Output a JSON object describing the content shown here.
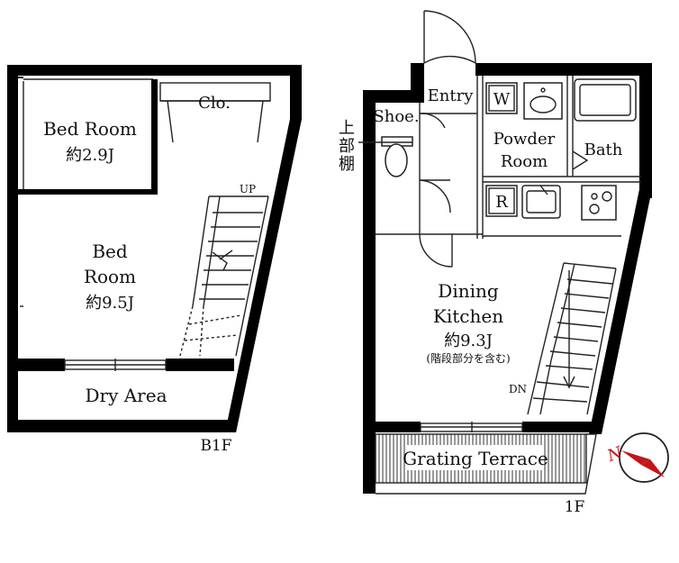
{
  "floors": {
    "b1f": {
      "label": "B1F",
      "rooms": {
        "bed_room_small": {
          "name": "Bed Room",
          "size": "約2.9J"
        },
        "bed_room_large": {
          "name_line1": "Bed",
          "name_line2": "Room",
          "size": "約9.5J"
        },
        "closet": {
          "name": "Clo."
        },
        "dry_area": {
          "name": "Dry Area"
        }
      },
      "stair": {
        "direction": "UP"
      }
    },
    "f1": {
      "label": "1F",
      "rooms": {
        "entry": {
          "name": "Entry"
        },
        "shoe": {
          "name": "Shoe."
        },
        "powder_room": {
          "name_line1": "Powder",
          "name_line2": "Room"
        },
        "bath": {
          "name": "Bath"
        },
        "dining_kitchen": {
          "name_line1": "Dining",
          "name_line2": "Kitchen",
          "size": "約9.3J",
          "note": "(階段部分を含む)"
        },
        "grating_terrace": {
          "name": "Grating Terrace"
        }
      },
      "fixtures": {
        "washer": "W",
        "refrigerator": "R"
      },
      "upper_shelf": [
        "上",
        "部",
        "棚"
      ],
      "stair": {
        "direction": "DN"
      }
    }
  },
  "compass": {
    "north": "N",
    "icon": "compass-icon"
  },
  "colors": {
    "wall": "#000000",
    "terrace_hatch": "#555555"
  }
}
